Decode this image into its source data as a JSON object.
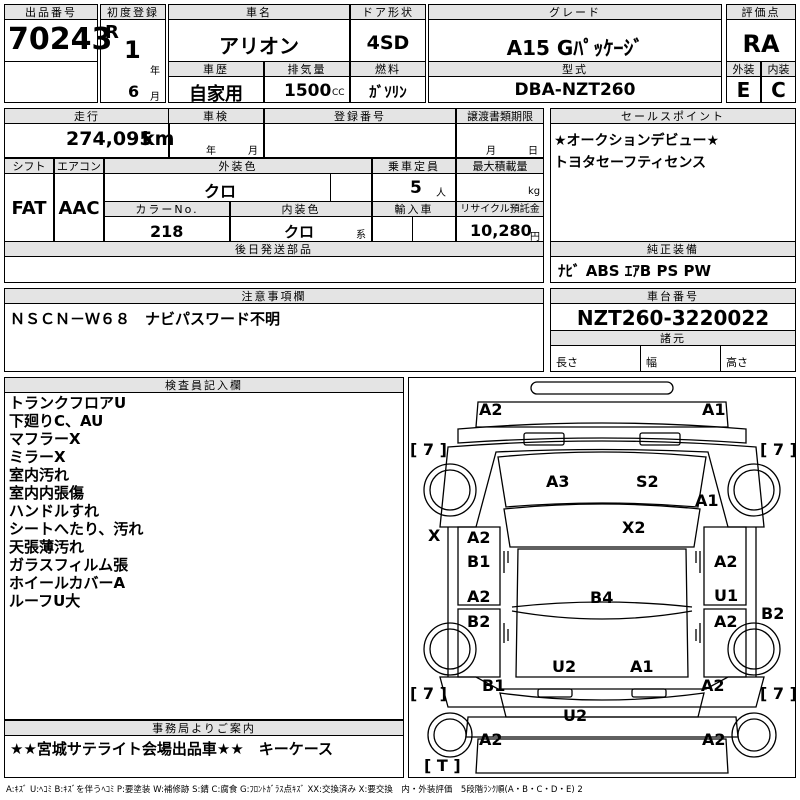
{
  "header": {
    "lot_number_label": "出品番号",
    "lot_number": "70243",
    "first_reg_label": "初度登録",
    "era": "R",
    "year": "1",
    "year_unit": "年",
    "month": "6",
    "month_unit": "月",
    "car_name_label": "車名",
    "car_name": "アリオン",
    "door_label": "ドア形状",
    "door": "4SD",
    "grade_label": "グレード",
    "grade": "A15 Gﾊﾟｯｹｰｼﾞ",
    "score_label": "評価点",
    "score": "RA",
    "history_label": "車歴",
    "history": "自家用",
    "displacement_label": "排気量",
    "displacement": "1500",
    "displacement_unit": "CC",
    "fuel_label": "燃料",
    "fuel": "ｶﾞｿﾘﾝ",
    "model_label": "型式",
    "model": "DBA-NZT260",
    "exterior_label": "外装",
    "exterior": "E",
    "interior_label": "内装",
    "interior": "C"
  },
  "mid": {
    "mileage_label": "走行",
    "mileage": "274,095",
    "mileage_unit": "km",
    "inspection_label": "車検",
    "inspection_year": "年",
    "inspection_month": "月",
    "reg_no_label": "登録番号",
    "transfer_label": "譲渡書類期限",
    "transfer_month": "月",
    "transfer_day": "日",
    "shift_label": "シフト",
    "shift": "FAT",
    "ac_label": "エアコン",
    "ac": "AAC",
    "ext_color_label": "外装色",
    "ext_color": "クロ",
    "capacity_label": "乗車定員",
    "capacity": "5",
    "capacity_unit": "人",
    "load_label": "最大積載量",
    "load_unit": "kg",
    "color_no_label": "カラーNo.",
    "color_no": "218",
    "int_color_label": "内装色",
    "int_color": "クロ",
    "int_color_unit": "系",
    "import_label": "輸入車",
    "recycle_label": "リサイクル預託金",
    "recycle": "10,280",
    "recycle_unit": "円",
    "later_parts_label": "後日発送部品",
    "sales_point_label": "セールスポイント",
    "sales_points": [
      "★オークションデビュー★",
      "トヨタセーフティセンス"
    ],
    "equipment_label": "純正装備",
    "equipment": "ﾅﾋﾞ ABS ｴｱB PS PW"
  },
  "notes": {
    "caution_label": "注意事項欄",
    "caution": "ＮＳＣＮ－Ｗ６８　ナビパスワード不明",
    "chassis_label": "車台番号",
    "chassis": "NZT260-3220022",
    "specs_label": "諸元",
    "length_label": "長さ",
    "width_label": "幅",
    "height_label": "高さ"
  },
  "inspector": {
    "label": "検査員記入欄",
    "items": [
      "トランクフロアU",
      "下廻りC、AU",
      "マフラーX",
      "ミラーX",
      "室内汚れ",
      "室内内張傷",
      "ハンドルすれ",
      "シートへたり、汚れ",
      "天張薄汚れ",
      "ガラスフィルム張",
      "ホイールカバーA",
      "ルーフU大"
    ]
  },
  "office": {
    "label": "事務局よりご案内",
    "text": "★★宮城サテライト会場出品車★★　キーケース"
  },
  "diagram": {
    "labels": {
      "a2_tl": "A2",
      "a1_tr": "A1",
      "t7_tl": "[ 7 ]",
      "t7_tr": "[ 7 ]",
      "a3": "A3",
      "s2": "S2",
      "a1_r": "A1",
      "x2": "X2",
      "x_l": "X",
      "a2_lf": "A2",
      "b1_lf": "B1",
      "a2_rf": "A2",
      "a2_lr": "A2",
      "b2_lr": "B2",
      "u1_r": "U1",
      "a2_rr": "A2",
      "b4": "B4",
      "b2_rs": "B2",
      "u2": "U2",
      "a1_b": "A1",
      "t7_bl": "[ 7 ]",
      "t7_br": "[ 7 ]",
      "b1_b": "B1",
      "a2_br": "A2",
      "u2_bumper": "U2",
      "a2_bl": "A2",
      "a2_bbr": "A2",
      "t_bottom": "[ T ]"
    }
  },
  "legend": "A:ｷｽﾞ U:ﾍｺﾐ B:ｷｽﾞを伴うﾍｺﾐ P:要塗装 W:補修跡 S:錆 C:腐食 G:ﾌﾛﾝﾄｶﾞﾗｽ点ｷｽﾞ XX:交換済み X:要交換　内・外装評価　5段階ﾗﾝｸ順(A・B・C・D・E) 2"
}
